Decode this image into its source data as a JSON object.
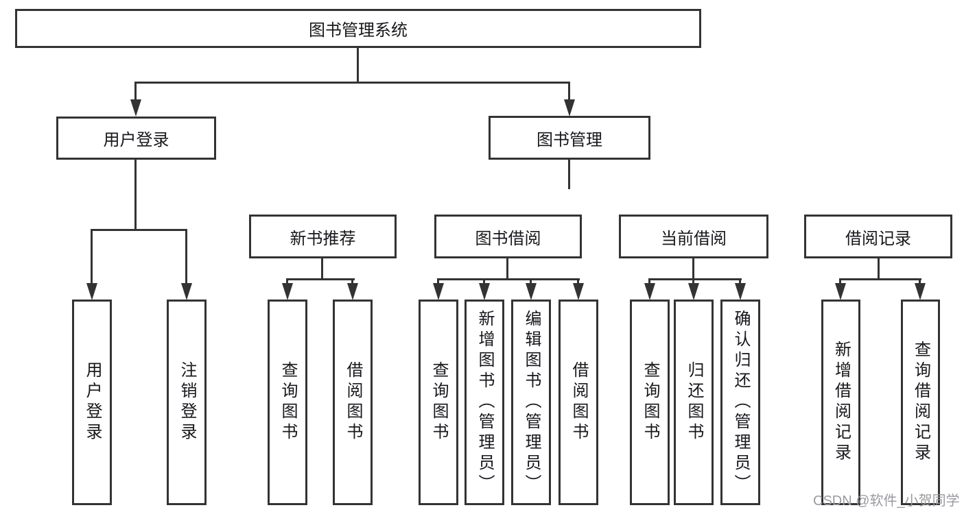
{
  "diagram": {
    "title_node": {
      "label": "图书管理系统"
    },
    "level2": [
      {
        "label": "用户登录"
      },
      {
        "label": "图书管理"
      }
    ],
    "level3": [
      {
        "label": "新书推荐"
      },
      {
        "label": "图书借阅"
      },
      {
        "label": "当前借阅"
      },
      {
        "label": "借阅记录"
      }
    ],
    "leaves": [
      {
        "parent": "用户登录",
        "label": "用户登录"
      },
      {
        "parent": "用户登录",
        "label": "注销登录"
      },
      {
        "parent": "新书推荐",
        "label": "查询图书"
      },
      {
        "parent": "新书推荐",
        "label": "借阅图书"
      },
      {
        "parent": "图书借阅",
        "label": "查询图书"
      },
      {
        "parent": "图书借阅",
        "label": "新增图书（管理员）"
      },
      {
        "parent": "图书借阅",
        "label": "编辑图书（管理员）"
      },
      {
        "parent": "图书借阅",
        "label": "借阅图书"
      },
      {
        "parent": "当前借阅",
        "label": "查询图书"
      },
      {
        "parent": "当前借阅",
        "label": "归还图书"
      },
      {
        "parent": "当前借阅",
        "label": "确认归还（管理员）"
      },
      {
        "parent": "借阅记录",
        "label": "新增借阅记录"
      },
      {
        "parent": "借阅记录",
        "label": "查询借阅记录"
      }
    ]
  },
  "watermark": {
    "text": "CSDN @软件_小贺同学"
  },
  "colors": {
    "line": "#333333",
    "box_fill": "#ffffff",
    "text": "#17171c",
    "watermark": "#9a9aa0",
    "background": "#ffffff"
  }
}
